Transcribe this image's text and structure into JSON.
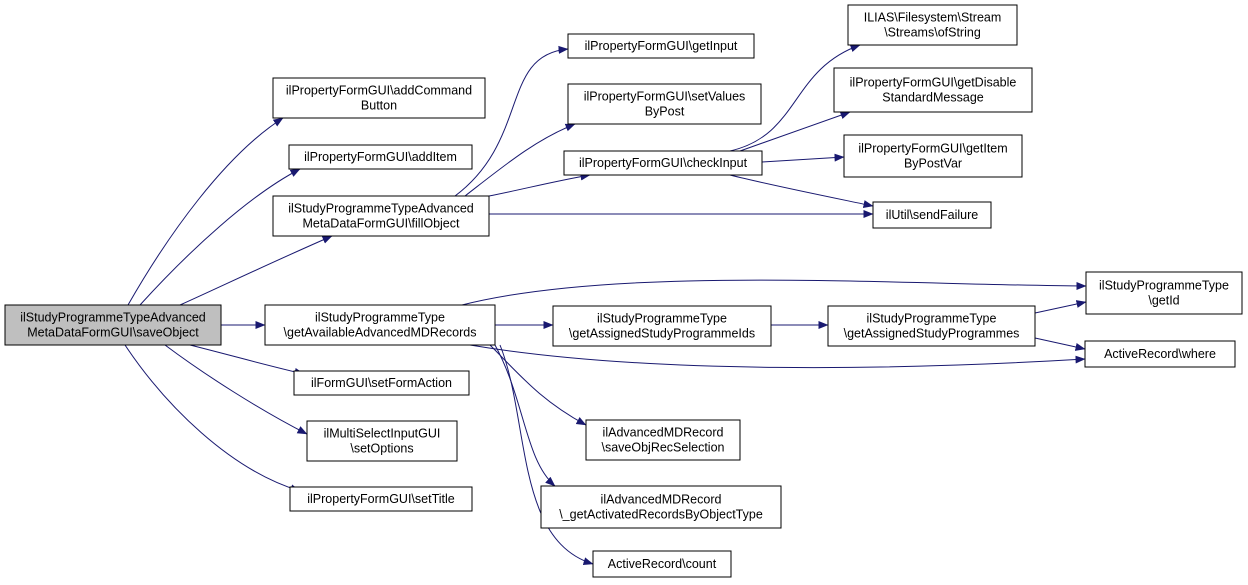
{
  "colors": {
    "edge": "#191970",
    "node_border": "#000000",
    "node_fill": "#ffffff",
    "root_fill": "#bfbfbf",
    "text": "#000000"
  },
  "nodes": {
    "root": [
      "ilStudyProgrammeTypeAdvanced",
      "MetaDataFormGUI\\saveObject"
    ],
    "add_command_button": [
      "ilPropertyFormGUI\\addCommand",
      "Button"
    ],
    "add_item": [
      "ilPropertyFormGUI\\addItem"
    ],
    "fill_object": [
      "ilStudyProgrammeTypeAdvanced",
      "MetaDataFormGUI\\fillObject"
    ],
    "get_available_records": [
      "ilStudyProgrammeType",
      "\\getAvailableAdvancedMDRecords"
    ],
    "set_form_action": [
      "ilFormGUI\\setFormAction"
    ],
    "set_options": [
      "ilMultiSelectInputGUI",
      "\\setOptions"
    ],
    "set_title": [
      "ilPropertyFormGUI\\setTitle"
    ],
    "get_input": [
      "ilPropertyFormGUI\\getInput"
    ],
    "set_values_by_post": [
      "ilPropertyFormGUI\\setValues",
      "ByPost"
    ],
    "check_input": [
      "ilPropertyFormGUI\\checkInput"
    ],
    "streams_of_string": [
      "ILIAS\\Filesystem\\Stream",
      "\\Streams\\ofString"
    ],
    "get_disable_standard_message": [
      "ilPropertyFormGUI\\getDisable",
      "StandardMessage"
    ],
    "get_item_by_post_var": [
      "ilPropertyFormGUI\\getItem",
      "ByPostVar"
    ],
    "send_failure": [
      "ilUtil\\sendFailure"
    ],
    "get_assigned_ids": [
      "ilStudyProgrammeType",
      "\\getAssignedStudyProgrammeIds"
    ],
    "get_assigned_programmes": [
      "ilStudyProgrammeType",
      "\\getAssignedStudyProgrammes"
    ],
    "get_id": [
      "ilStudyProgrammeType",
      "\\getId"
    ],
    "active_record_where": [
      "ActiveRecord\\where"
    ],
    "save_obj_rec_selection": [
      "ilAdvancedMDRecord",
      "\\saveObjRecSelection"
    ],
    "get_activated_records": [
      "ilAdvancedMDRecord",
      "\\_getActivatedRecordsByObjectType"
    ],
    "active_record_count": [
      "ActiveRecord\\count"
    ]
  },
  "edges": [
    [
      "root",
      "add_command_button"
    ],
    [
      "root",
      "add_item"
    ],
    [
      "root",
      "fill_object"
    ],
    [
      "root",
      "get_available_records"
    ],
    [
      "root",
      "set_form_action"
    ],
    [
      "root",
      "set_options"
    ],
    [
      "root",
      "set_title"
    ],
    [
      "fill_object",
      "get_input"
    ],
    [
      "fill_object",
      "set_values_by_post"
    ],
    [
      "fill_object",
      "check_input"
    ],
    [
      "fill_object",
      "send_failure"
    ],
    [
      "check_input",
      "streams_of_string"
    ],
    [
      "check_input",
      "get_disable_standard_message"
    ],
    [
      "check_input",
      "get_item_by_post_var"
    ],
    [
      "check_input",
      "send_failure"
    ],
    [
      "get_available_records",
      "get_assigned_ids"
    ],
    [
      "get_available_records",
      "get_id"
    ],
    [
      "get_available_records",
      "active_record_where"
    ],
    [
      "get_available_records",
      "save_obj_rec_selection"
    ],
    [
      "get_available_records",
      "get_activated_records"
    ],
    [
      "get_available_records",
      "active_record_count"
    ],
    [
      "get_assigned_ids",
      "get_assigned_programmes"
    ],
    [
      "get_assigned_programmes",
      "get_id"
    ],
    [
      "get_assigned_programmes",
      "active_record_where"
    ]
  ]
}
